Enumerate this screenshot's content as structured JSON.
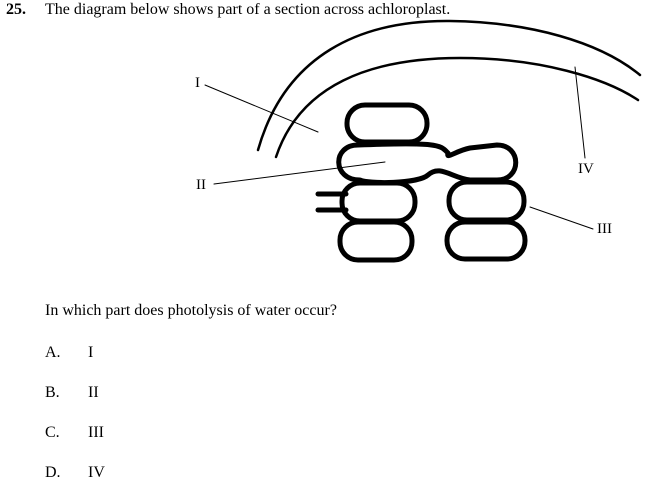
{
  "question": {
    "number": "25.",
    "stem": "The diagram below shows part of a section across achloroplast.",
    "prompt": "In which part does photolysis of water occur?"
  },
  "diagram": {
    "labels": [
      "I",
      "II",
      "III",
      "IV"
    ]
  },
  "options": [
    {
      "letter": "A.",
      "text": "I"
    },
    {
      "letter": "B.",
      "text": "II"
    },
    {
      "letter": "C.",
      "text": "III"
    },
    {
      "letter": "D.",
      "text": "IV"
    }
  ]
}
